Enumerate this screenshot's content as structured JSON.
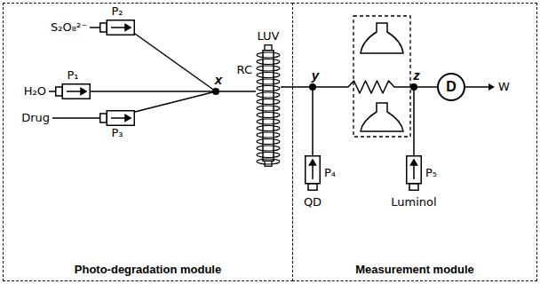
{
  "diagram": {
    "nodes": [
      {
        "text": [
          "Photo-degradation module"
        ]
      },
      {
        "text": [
          "Measurement module"
        ]
      },
      {
        "text": [
          "P₂"
        ],
        "in": 0
      },
      {
        "text": [
          "P₁"
        ],
        "in": 0
      },
      {
        "text": [
          "P₃"
        ],
        "in": 0
      },
      {
        "text": [
          "x"
        ],
        "in": 0
      },
      {
        "text": [
          "LUV",
          "RC"
        ],
        "in": 0
      },
      {
        "text": [
          "y"
        ],
        "in": 1
      },
      {
        "text": [
          "P₄"
        ],
        "in": 1
      },
      {
        "text": [
          "z"
        ],
        "in": 1
      },
      {
        "text": [
          "P₅"
        ],
        "in": 1
      },
      {
        "text": [
          "D"
        ],
        "in": 1
      }
    ],
    "edges": [
      {
        "from": 2,
        "to": 5,
        "arrow": "none"
      },
      {
        "from": 3,
        "to": 5,
        "arrow": "none"
      },
      {
        "from": 4,
        "to": 5,
        "arrow": "none"
      },
      {
        "from": 5,
        "to": 6,
        "arrow": "none"
      },
      {
        "from": 6,
        "to": 7,
        "arrow": "none"
      },
      {
        "from": 8,
        "to": 7,
        "arrow": "none"
      },
      {
        "from": 7,
        "to": 9,
        "arrow": "none"
      },
      {
        "from": 10,
        "to": 9,
        "arrow": "none"
      },
      {
        "from": 9,
        "to": 11,
        "arrow": "none"
      }
    ],
    "labels": [
      "S₂O₈²⁻",
      "H₂O",
      "Drug",
      "QD",
      "Luminol",
      "W"
    ]
  }
}
